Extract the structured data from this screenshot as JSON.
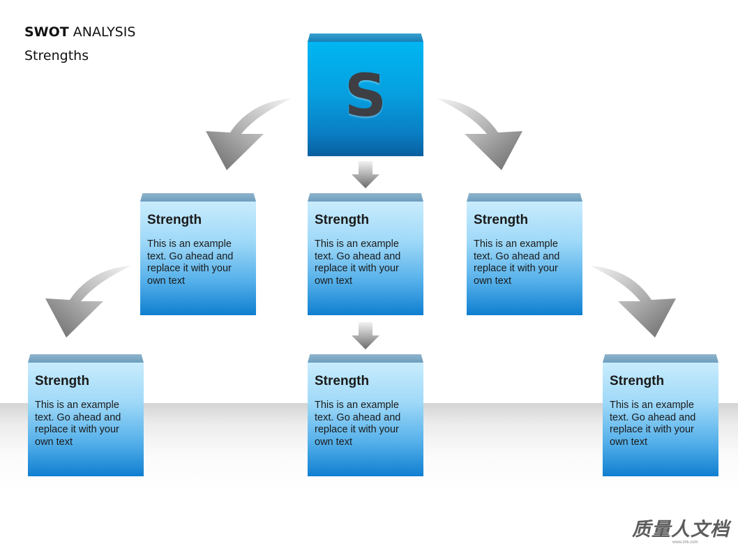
{
  "header": {
    "title_bold": "SWOT",
    "title_rest": " ANALYSIS",
    "subtitle": "Strengths"
  },
  "cube": {
    "letter": "S"
  },
  "boxes": [
    {
      "title": "Strength",
      "text": "This is an example text. Go ahead and replace it with your own text"
    },
    {
      "title": "Strength",
      "text": "This is an example text. Go ahead and replace it with your own text"
    },
    {
      "title": "Strength",
      "text": "This is an example text. Go ahead and replace it with your own text"
    },
    {
      "title": "Strength",
      "text": "This is an example text. Go ahead and replace it with your own text"
    },
    {
      "title": "Strength",
      "text": "This is an example text. Go ahead and replace it with your own text"
    },
    {
      "title": "Strength",
      "text": "This is an example text. Go ahead and replace it with your own text"
    }
  ],
  "watermark": {
    "logo_text": "质量人文档",
    "url": "www.zlrk.com"
  },
  "colors": {
    "cube_blue": "#00b6f2",
    "box_light": "#c9ecfd",
    "box_dark": "#0f7fd0",
    "arrow_gray": "#8a8a8a"
  }
}
